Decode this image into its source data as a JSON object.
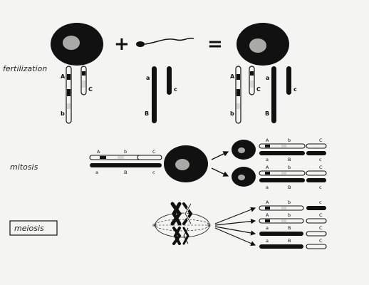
{
  "labels": {
    "fertilization": "fertilization",
    "mitosis": "mitosis",
    "meiosis": "meiosis",
    "plus": "+",
    "equals": "="
  },
  "genes": {
    "A": "A",
    "a": "a",
    "B": "B",
    "b": "b",
    "C": "C",
    "c": "c"
  },
  "colors": {
    "background": "#f4f4f2",
    "ink": "#111111",
    "nucleus": "#a9a9a6",
    "band_light": "#d6d6d2"
  }
}
